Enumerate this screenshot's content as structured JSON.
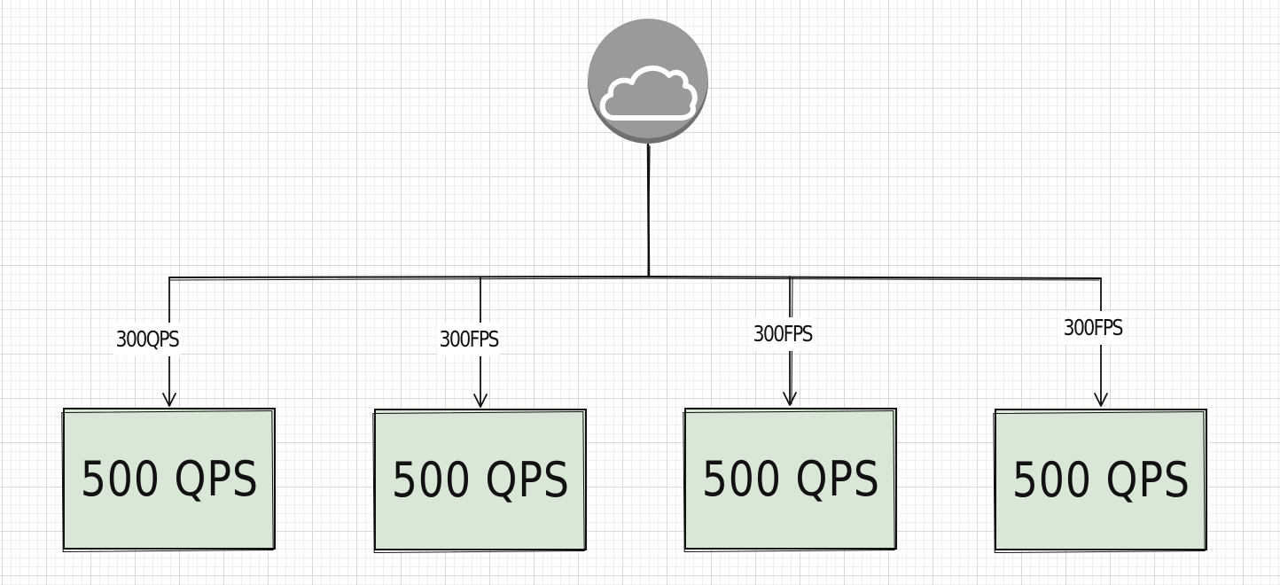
{
  "diagram": {
    "source": {
      "icon": "cloud-icon",
      "fill_color": "#9a9a9a",
      "icon_color": "#ffffff"
    },
    "edges": [
      {
        "label": "300QPS"
      },
      {
        "label": "300FPS"
      },
      {
        "label": "300FPS"
      },
      {
        "label": "300FPS"
      }
    ],
    "servers": [
      {
        "label": "500 QPS"
      },
      {
        "label": "500 QPS"
      },
      {
        "label": "500 QPS"
      },
      {
        "label": "500 QPS"
      }
    ],
    "box_fill_color": "#d9e8d6",
    "line_color": "#111111"
  }
}
